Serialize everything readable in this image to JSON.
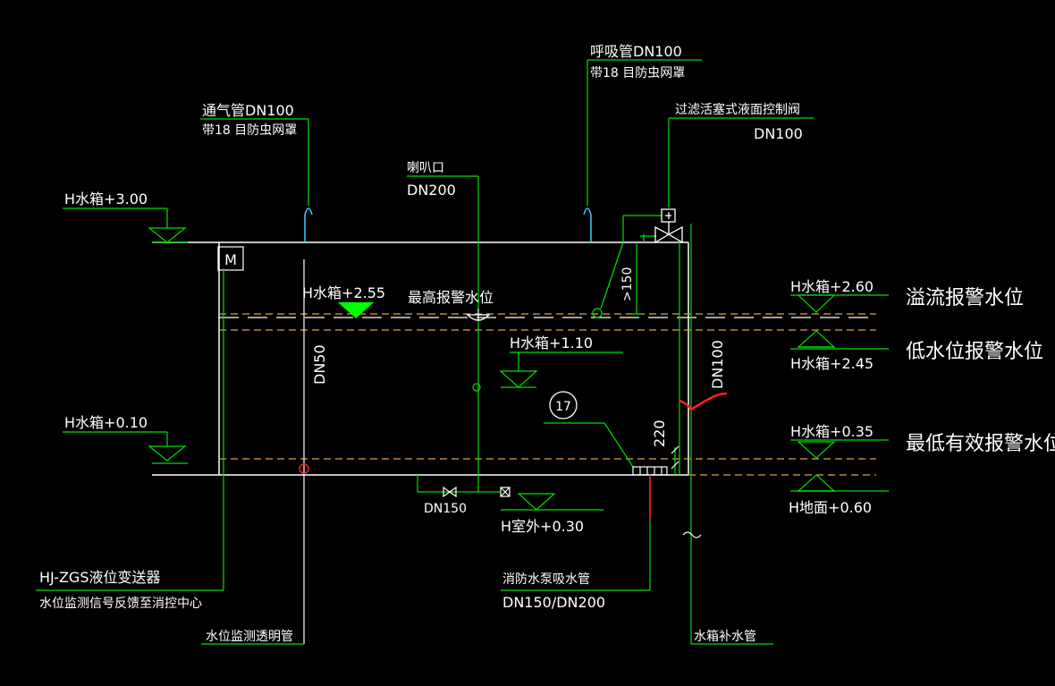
{
  "labels": {
    "vent_title": "通气管DN100",
    "vent_sub": "带18 目防虫网罩",
    "breath_title": "呼吸管DN100",
    "breath_sub": "带18 目防虫网罩",
    "valve_title": "过滤活塞式液面控制阀",
    "valve_dn": "DN100",
    "horn_title": "喇叭口",
    "horn_dn": "DN200",
    "h_300": "H水箱+3.00",
    "h_255": "H水箱+2.55",
    "max_alarm": "最高报警水位",
    "h_260": "H水箱+2.60",
    "overflow_alarm": "溢流报警水位",
    "h_245": "H水箱+2.45",
    "low_alarm": "低水位报警水位",
    "h_110": "H水箱+1.10",
    "h_010": "H水箱+0.10",
    "h_035": "H水箱+0.35",
    "min_alarm": "最低有效报警水位",
    "h_ground": "H地面+0.60",
    "h_outdoor": "H室外+0.30",
    "dn50": "DN50",
    "dn100": "DN100",
    "dn150": "DN150",
    "gt150": ">150",
    "dim220": "220",
    "circle17": "17",
    "m_box": "M",
    "transmitter": "HJ-ZGS液位变送器",
    "transmitter_sub": "水位监测信号反馈至消控中心",
    "monitor_tube": "水位监测透明管",
    "pump_suction": "消防水泵吸水管",
    "pump_dn": "DN150/DN200",
    "makeup": "水箱补水管"
  },
  "colors": {
    "tank": "#ffffff",
    "pipe": "#00e000",
    "cyan": "#3ad0ff",
    "red": "#ff2020",
    "dash": "#e0a050",
    "fill_green": "#00ff00"
  }
}
